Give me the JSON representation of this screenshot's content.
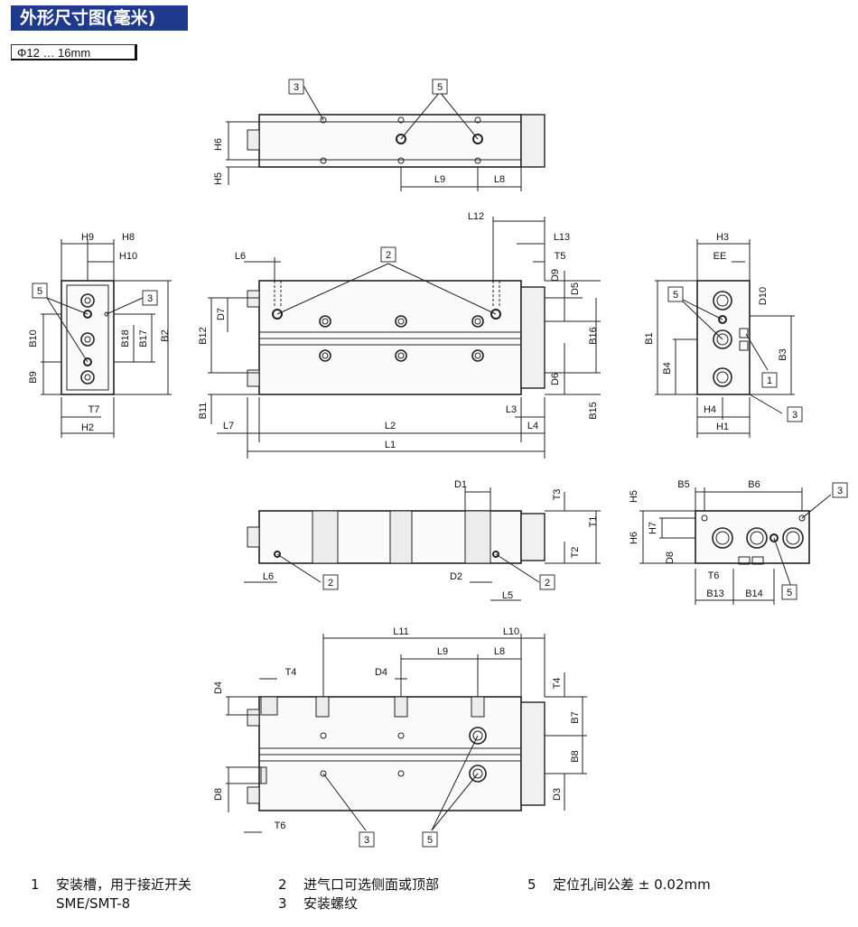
{
  "header": {
    "title": "外形尺寸图(毫米)",
    "size_range": "Φ12 … 16mm"
  },
  "dimensions": {
    "top_view": [
      "H6",
      "H5",
      "L9",
      "L8"
    ],
    "front_view": [
      "L12",
      "L13",
      "T5",
      "L6",
      "D9",
      "D5",
      "D7",
      "B12",
      "B16",
      "D6",
      "B11",
      "L7",
      "L2",
      "L3",
      "L4",
      "B15",
      "L1"
    ],
    "left_view": [
      "H9",
      "H8",
      "H10",
      "B10",
      "B18",
      "B17",
      "B2",
      "B9",
      "T7",
      "H2"
    ],
    "right_view": [
      "H3",
      "EE",
      "D10",
      "B1",
      "B4",
      "B3",
      "H4",
      "H1"
    ],
    "section_view": [
      "D1",
      "T3",
      "T1",
      "T2",
      "L6",
      "D2",
      "L5"
    ],
    "end_view": [
      "H5",
      "B5",
      "B6",
      "H7",
      "H6",
      "D8",
      "T6",
      "B13",
      "B14"
    ],
    "bottom_view": [
      "L11",
      "L10",
      "L9",
      "L8",
      "D4",
      "T4",
      "D4",
      "T4",
      "B7",
      "B8",
      "D8",
      "D3",
      "T6"
    ]
  },
  "callouts": [
    "1",
    "2",
    "3",
    "5"
  ],
  "legend": {
    "items": [
      {
        "num": "1",
        "text": "安装槽，用于接近开关",
        "sub": "SME/SMT-8"
      },
      {
        "num": "2",
        "text": "进气口可选侧面或顶部",
        "sub": ""
      },
      {
        "num": "3",
        "text": "安装螺纹",
        "sub": ""
      },
      {
        "num": "5",
        "text": "定位孔间公差 ± 0.02mm",
        "sub": ""
      }
    ]
  }
}
